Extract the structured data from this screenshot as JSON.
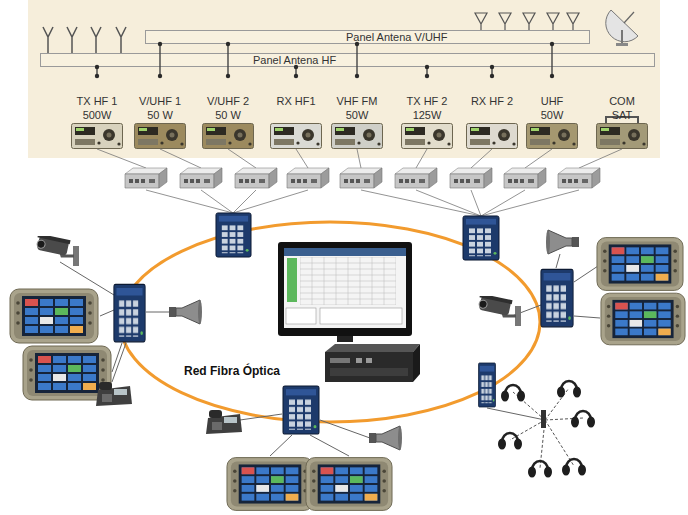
{
  "diagram": {
    "nodes": [
      {
        "text": [
          "Panel Antena V/UHF"
        ]
      },
      {
        "text": [
          "Panel Antena HF"
        ]
      },
      {
        "text": [
          "TX HF 1 500W"
        ]
      },
      {
        "text": [
          "V/UHF 1 50 W"
        ]
      },
      {
        "text": [
          "V/UHF 2 50 W"
        ]
      },
      {
        "text": [
          "RX HF1"
        ]
      },
      {
        "text": [
          "VHF FM 50W"
        ]
      },
      {
        "text": [
          "TX HF 2 125W"
        ]
      },
      {
        "text": [
          "RX HF 2"
        ]
      },
      {
        "text": [
          "UHF 50W"
        ]
      },
      {
        "text": [
          "COM SAT"
        ]
      },
      {
        "text": [
          "Red Fibra Óptica"
        ]
      }
    ],
    "edges": [
      {
        "from": 1,
        "to": 2,
        "arrow": "none"
      },
      {
        "from": 0,
        "to": 3,
        "arrow": "none"
      },
      {
        "from": 0,
        "to": 4,
        "arrow": "none"
      },
      {
        "from": 1,
        "to": 5,
        "arrow": "none"
      },
      {
        "from": 0,
        "to": 6,
        "arrow": "none"
      },
      {
        "from": 1,
        "to": 7,
        "arrow": "none"
      },
      {
        "from": 1,
        "to": 8,
        "arrow": "none"
      },
      {
        "from": 0,
        "to": 9,
        "arrow": "none"
      }
    ]
  }
}
